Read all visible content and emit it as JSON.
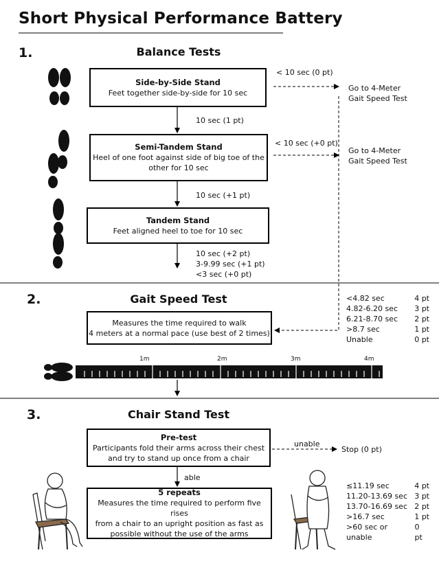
{
  "title": "Short Physical Performance Battery",
  "section1": {
    "number": "1.",
    "heading": "Balance Tests",
    "side_by_side": {
      "title": "Side-by-Side Stand",
      "desc": "Feet together side-by-side for 10 sec"
    },
    "semi_tandem": {
      "title": "Semi-Tandem Stand",
      "desc_line1": "Heel of one foot against side of big toe of the",
      "desc_line2": "other for 10 sec"
    },
    "tandem": {
      "title": "Tandem Stand",
      "desc": "Feet aligned heel to toe for 10 sec"
    },
    "arrow1_label": "10 sec (1 pt)",
    "arrow2_label": "10 sec (+1 pt)",
    "tandem_results": [
      "10 sec (+2 pt)",
      "3-9.99 sec (+1 pt)",
      "<3 sec (+0 pt)"
    ],
    "fail1_label": "< 10 sec (0 pt)",
    "fail2_label": "< 10 sec (+0 pt)",
    "goto1": [
      "Go to 4-Meter",
      "Gait Speed Test"
    ],
    "goto2": [
      "Go to 4-Meter",
      "Gait Speed Test"
    ]
  },
  "section2": {
    "number": "2.",
    "heading": "Gait Speed Test",
    "box_line1": "Measures the time required to walk",
    "box_line2": "4 meters at a normal pace (use best of 2 times)",
    "scores": [
      {
        "range": "<4.82 sec",
        "pts": "4 pt"
      },
      {
        "range": "4.82-6.20 sec",
        "pts": "3 pt"
      },
      {
        "range": "6.21-8.70 sec",
        "pts": "2 pt"
      },
      {
        "range": ">8.7 sec",
        "pts": "1 pt"
      },
      {
        "range": "Unable",
        "pts": "0 pt"
      }
    ],
    "meter_labels": [
      "1m",
      "2m",
      "3m",
      "4m"
    ]
  },
  "section3": {
    "number": "3.",
    "heading": "Chair Stand Test",
    "pretest": {
      "title": "Pre-test",
      "line1": "Participants fold their arms across their chest",
      "line2": "and try to stand up once from a chair"
    },
    "unable_label": "unable",
    "stop_label": "Stop (0 pt)",
    "able_label": "able",
    "repeats": {
      "title": "5 repeats",
      "line1": "Measures the time required to perform five rises",
      "line2": "from a chair to an upright position as fast as",
      "line3": "possible without the use of the arms"
    },
    "scores": [
      {
        "range": "≤11.19 sec",
        "pts": "4 pt"
      },
      {
        "range": "11.20-13.69 sec",
        "pts": "3 pt"
      },
      {
        "range": "13.70-16.69 sec",
        "pts": "2 pt"
      },
      {
        "range": ">16.7 sec",
        "pts": "1 pt"
      },
      {
        "range": ">60 sec or unable",
        "pts": "0 pt"
      }
    ]
  }
}
